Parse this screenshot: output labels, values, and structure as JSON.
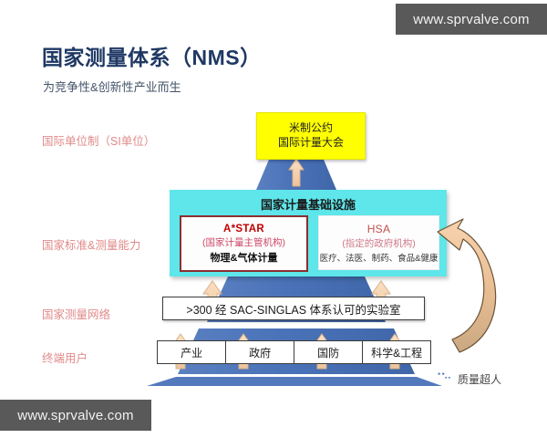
{
  "header": {
    "title": "国家测量体系（NMS）",
    "subtitle": "为竞争性&创新性产业而生"
  },
  "stage_labels": [
    {
      "id": "si-units",
      "label": "国际单位制（SI单位）"
    },
    {
      "id": "national-std",
      "label": "国家标准&测量能力"
    },
    {
      "id": "measure-net",
      "label": "国家测量网络"
    },
    {
      "id": "end-users",
      "label": "终端用户"
    }
  ],
  "top_box": {
    "line1": "米制公约",
    "line2": "国际计量大会"
  },
  "infrastructure": {
    "title": "国家计量基础设施",
    "orgs": [
      {
        "id": "astar",
        "name": "A*STAR",
        "role": "(国家计量主管机构)",
        "scope": "物理&气体计量"
      },
      {
        "id": "hsa",
        "name": "HSA",
        "role": "(指定的政府机构)",
        "scope": "医疗、法医、制药、食品&健康"
      }
    ]
  },
  "lab_bar": {
    "text": ">300 经 SAC-SINGLAS 体系认可的实验室"
  },
  "end_user_boxes": [
    {
      "label": "产业"
    },
    {
      "label": "政府"
    },
    {
      "label": "国防"
    },
    {
      "label": "科学&工程"
    }
  ],
  "watermarks": {
    "top_right": "www.sprvalve.com",
    "bottom_left": "www.sprvalve.com"
  },
  "signature": {
    "label": "质量超人"
  },
  "colors": {
    "title": "#1f3864",
    "subtitle": "#44546a",
    "stage_label": "#e08a8a",
    "pyramid": "#4a72b8",
    "pyramid_light": "#6f93cd",
    "cyan_block": "#5ee6ea",
    "top_box": "#ffff00",
    "astar_border": "#8b2f2f",
    "org_red": "#c00000",
    "arrow_fill": "#f2cba4",
    "watermark_bg": "#595959"
  }
}
